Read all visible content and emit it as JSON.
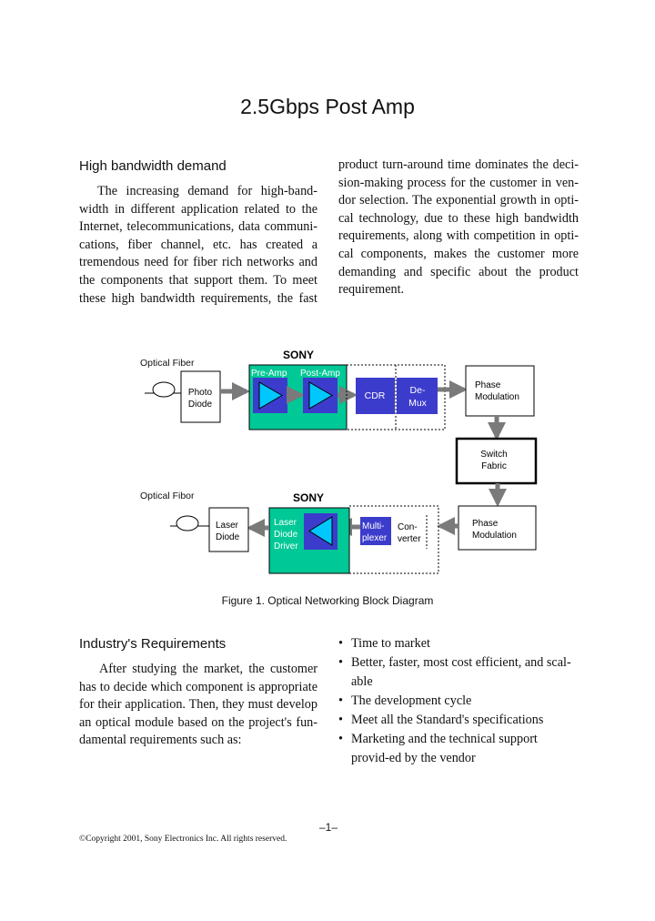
{
  "title": "2.5Gbps Post Amp",
  "section1": {
    "heading": "High bandwidth demand",
    "col1_lines": [
      "The increasing demand for high-band-",
      "width in different application related to the",
      "Internet, telecommunications, data communi-",
      "cations, fiber channel, etc. has created a",
      "tremendous need for fiber rich networks and",
      "the components that support them. To meet",
      "these high bandwidth requirements, the fast"
    ],
    "col2_lines": [
      "product turn-around time dominates the deci-",
      "sion-making process for the customer in ven-",
      "dor selection. The exponential growth in opti-",
      "cal technology, due to these high bandwidth",
      "requirements, along with competition in opti-",
      "cal components, makes the customer more",
      "demanding and specific about the product",
      "requirement."
    ]
  },
  "diagram": {
    "top_fiber_label": "Optical Fiber",
    "bottom_fiber_label": "Optical Fibor",
    "sony_top": "SONY",
    "sony_bottom": "SONY",
    "photo_diode": [
      "Photo",
      "Diode"
    ],
    "pre_amp": "Pre-Amp",
    "post_amp": "Post-Amp",
    "cdr": "CDR",
    "demux": [
      "De-",
      "Mux"
    ],
    "phase_mod_top": [
      "Phase",
      "Modulation"
    ],
    "switch_fabric": [
      "Switch",
      "Fabric"
    ],
    "phase_mod_bottom": [
      "Phase",
      "Modulation"
    ],
    "converter": [
      "Con-",
      "verter"
    ],
    "multiplexer": [
      "Multi-",
      "plexer"
    ],
    "laser_driver": [
      "Laser",
      "Diode",
      "Driver"
    ],
    "laser_diode": [
      "Laser",
      "Diode"
    ],
    "colors": {
      "green": "#00c896",
      "blue": "#3c3ccc",
      "arrow": "#7a7a7a"
    }
  },
  "caption": "Figure 1. Optical Networking Block Diagram",
  "section2": {
    "heading": "Industry's Requirements",
    "col1_lines": [
      "After studying the market, the customer",
      "has to decide which component is appropriate",
      "for their application. Then, they must  develop",
      "an optical module based on the project's fun-",
      "damental requirements such as:"
    ],
    "bullets": [
      "Time to market",
      "Better, faster, most cost efficient, and scal-able",
      "The development cycle",
      "Meet all the Standard's specifications",
      "Marketing and the technical support provid-ed by the vendor"
    ]
  },
  "footer": {
    "page_number": "–1–",
    "copyright": "©Copyright 2001, Sony Electronics Inc. All rights reserved."
  }
}
